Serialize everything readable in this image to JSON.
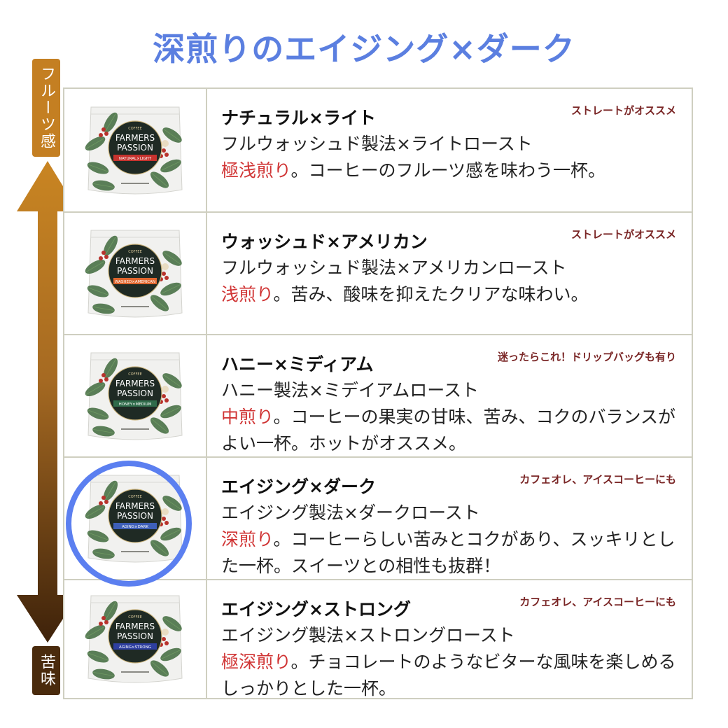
{
  "title": "深煎りのエイジング×ダーク",
  "axis": {
    "top_label": "フルーツ感",
    "bottom_label": "苦味"
  },
  "products": [
    {
      "name": "ナチュラル×ライト",
      "tag": "ストレートがオススメ",
      "method": "フルウォッシュド製法×ライトロースト",
      "roast": "極浅煎り",
      "description": "。コーヒーのフルーツ感を味わう一杯。",
      "band_text": "NATURAL×LIGHT",
      "band_color": "#c6332e"
    },
    {
      "name": "ウォッシュド×アメリカン",
      "tag": "ストレートがオススメ",
      "method": "フルウォッシュド製法×アメリカンロースト",
      "roast": "浅煎り",
      "description": "。苦み、酸味を抑えたクリアな味わい。",
      "band_text": "WASHED×AMERICAN",
      "band_color": "#e0662e"
    },
    {
      "name": "ハニー×ミディアム",
      "tag": "迷ったらこれ！ドリップバッグも有り",
      "method": "ハニー製法×ミデイアムロースト",
      "roast": "中煎り",
      "description": "。コーヒーの果実の甘味、苦み、コクのバランスがよい一杯。ホットがオススメ。",
      "band_text": "HONEY×MEDIUM",
      "band_color": "#2f6b4a"
    },
    {
      "name": "エイジング×ダーク",
      "tag": "カフェオレ、アイスコーヒーにも",
      "method": "エイジング製法×ダークロースト",
      "roast": "深煎り",
      "description": "。コーヒーらしい苦みとコクがあり、スッキリとした一杯。スイーツとの相性も抜群！",
      "band_text": "AGING×DARK",
      "band_color": "#3e5fb8"
    },
    {
      "name": "エイジング×ストロング",
      "tag": "カフェオレ、アイスコーヒーにも",
      "method": "エイジング製法×ストロングロースト",
      "roast": "極深煎り",
      "description": "。チョコレートのようなビターな風味を楽しめるしっかりとした一杯。",
      "band_text": "AGING×STRONG",
      "band_color": "#2e3fa0"
    }
  ],
  "bag": {
    "brand_top": "COFFEE",
    "brand_line1": "FARMERS",
    "brand_line2": "PASSION"
  },
  "colors": {
    "title": "#5b7fe0",
    "roast_text": "#d03434",
    "tag_text": "#7a2626",
    "axis_top": "#c47f22",
    "axis_bottom": "#4a2b0d",
    "highlight_ring": "#5b7ff0"
  }
}
